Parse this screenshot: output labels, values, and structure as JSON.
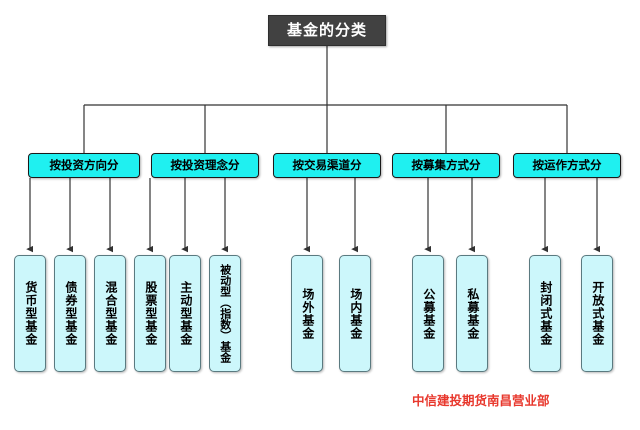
{
  "diagram": {
    "type": "org-chart",
    "root": {
      "label": "基金的分类",
      "fill": "#414141",
      "text_color": "#ffffff"
    },
    "categories": [
      {
        "label": "按投资方向分",
        "fill": "#1ff0f0"
      },
      {
        "label": "按投资理念分",
        "fill": "#1ff0f0"
      },
      {
        "label": "按交易渠道分",
        "fill": "#1ff0f0"
      },
      {
        "label": "按募集方式分",
        "fill": "#1ff0f0"
      },
      {
        "label": "按运作方式分",
        "fill": "#1ff0f0"
      }
    ],
    "leaves": [
      {
        "label": "货币型基金",
        "group": 0
      },
      {
        "label": "债券型基金",
        "group": 0
      },
      {
        "label": "混合型基金",
        "group": 0
      },
      {
        "label": "股票型基金",
        "group": 0
      },
      {
        "label": "主动型基金",
        "group": 1
      },
      {
        "label": "被动型（指数）基金",
        "group": 1
      },
      {
        "label": "场外基金",
        "group": 2
      },
      {
        "label": "场内基金",
        "group": 2
      },
      {
        "label": "公募基金",
        "group": 3
      },
      {
        "label": "私募基金",
        "group": 3
      },
      {
        "label": "封闭式基金",
        "group": 4
      },
      {
        "label": "开放式基金",
        "group": 4
      }
    ],
    "leaf_fill": "#ccf7fb",
    "connector_color": "#333333"
  },
  "footer": {
    "credit": "中信建投期货南昌营业部",
    "color": "#e8382d"
  }
}
